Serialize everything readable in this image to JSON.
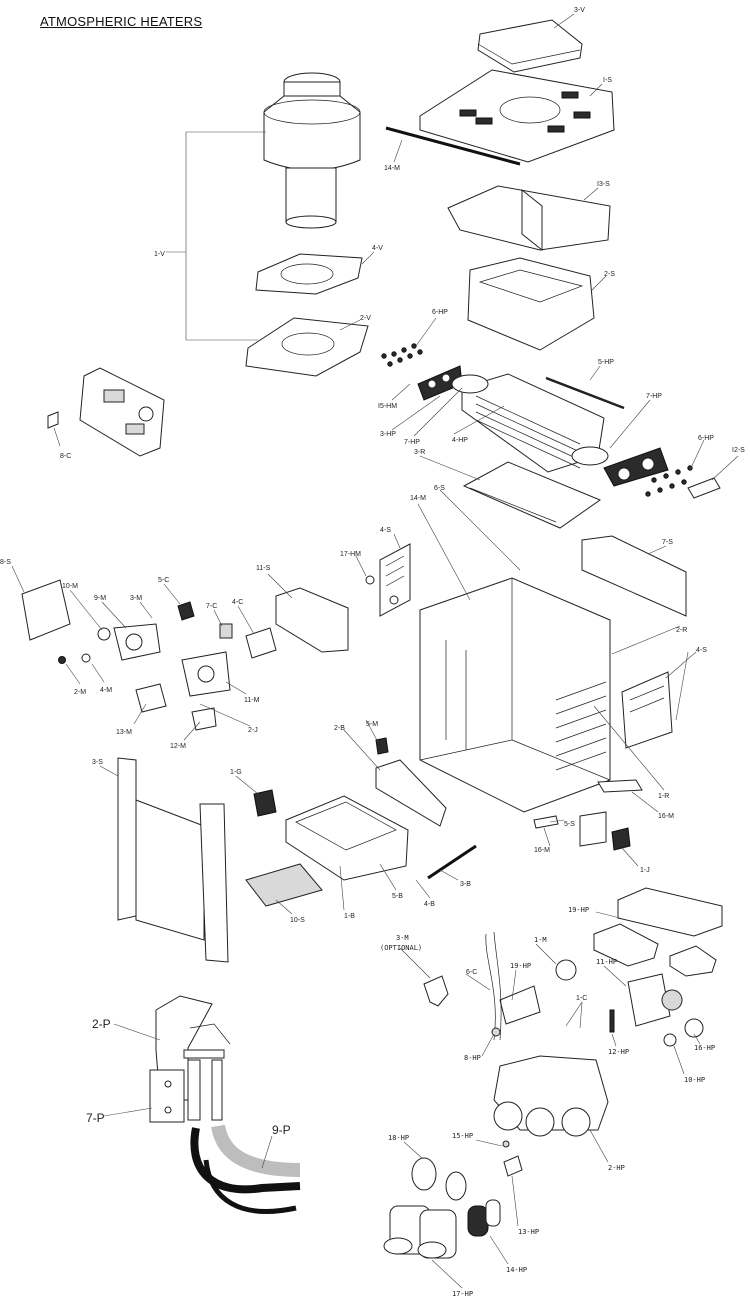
{
  "title": "ATMOSPHERIC HEATERS",
  "callouts": [
    "3-V",
    "I-S",
    "14-M",
    "I3-S",
    "1-V",
    "4-V",
    "2-S",
    "2-V",
    "6-HP",
    "5-HP",
    "I5-HM",
    "7-HP",
    "3-HP",
    "7-HP",
    "4-HP",
    "6-HP",
    "I2-S",
    "3-R",
    "8-C",
    "6-S",
    "14-M",
    "4-S",
    "7-S",
    "17-HM",
    "8-S",
    "11-S",
    "10-M",
    "5-C",
    "9-M",
    "3-M",
    "7-C",
    "4-C",
    "2-R",
    "4-S",
    "2-M",
    "4-M",
    "11-M",
    "2-J",
    "13-M",
    "12-M",
    "2-B",
    "5-M",
    "1-R",
    "3-S",
    "1-G",
    "16-M",
    "5-S",
    "16-M",
    "1-J",
    "3-B",
    "5-B",
    "4-B",
    "10-S",
    "1-B",
    "19-HP",
    "3-M",
    "(OPTIONAL)",
    "1-M",
    "6-C",
    "19-HP",
    "11-HP",
    "1-C",
    "8-HP",
    "16-HP",
    "12-HP",
    "10-HP",
    "2-HP",
    "18-HP",
    "15-HP",
    "13-HP",
    "14-HP",
    "17-HP",
    "2-P",
    "7-P",
    "9-P"
  ]
}
